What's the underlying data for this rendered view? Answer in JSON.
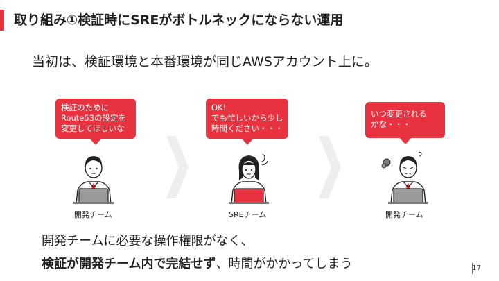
{
  "title": "取り組み①検証時にSREがボトルネックにならない運用",
  "lead": "当初は、検証環境と本番環境が同じAWSアカウント上に。",
  "bubbles": {
    "left": [
      "検証のために",
      "Route53の設定を",
      "変更してほしいな"
    ],
    "center": [
      "OK!",
      "でも忙しいから少し",
      "時間ください・・・"
    ],
    "right": [
      "いつ変更される",
      "かな・・・"
    ]
  },
  "captions": {
    "left": "開発チーム",
    "center": "SREチーム",
    "right": "開発チーム"
  },
  "bottom": {
    "line1": "開発チームに必要な操作権限がなく、",
    "line2_bold": "検証が開発チーム内で完結せず",
    "line2_rest": "、時間がかかってしまう"
  },
  "page_number": "17",
  "colors": {
    "accent": "#e8323f",
    "chevron": "#eeeeee",
    "laptop": "#e8323f"
  }
}
